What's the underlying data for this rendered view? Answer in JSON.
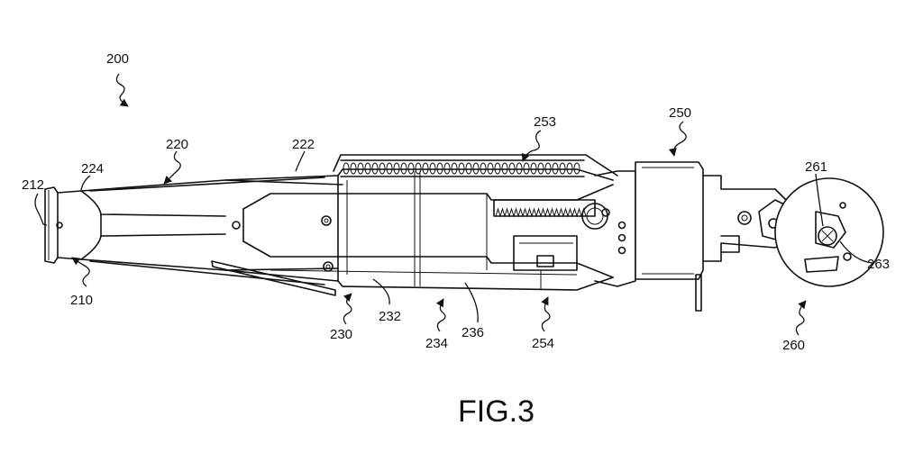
{
  "figure": {
    "caption": "FIG.3"
  },
  "labels": {
    "r200": "200",
    "r210": "210",
    "r212": "212",
    "r220": "220",
    "r222": "222",
    "r224": "224",
    "r230": "230",
    "r232": "232",
    "r234": "234",
    "r236": "236",
    "r250": "250",
    "r253": "253",
    "r254": "254",
    "r260": "260",
    "r261": "261",
    "r263": "263"
  },
  "colors": {
    "ink": "#111111",
    "background": "#ffffff"
  }
}
